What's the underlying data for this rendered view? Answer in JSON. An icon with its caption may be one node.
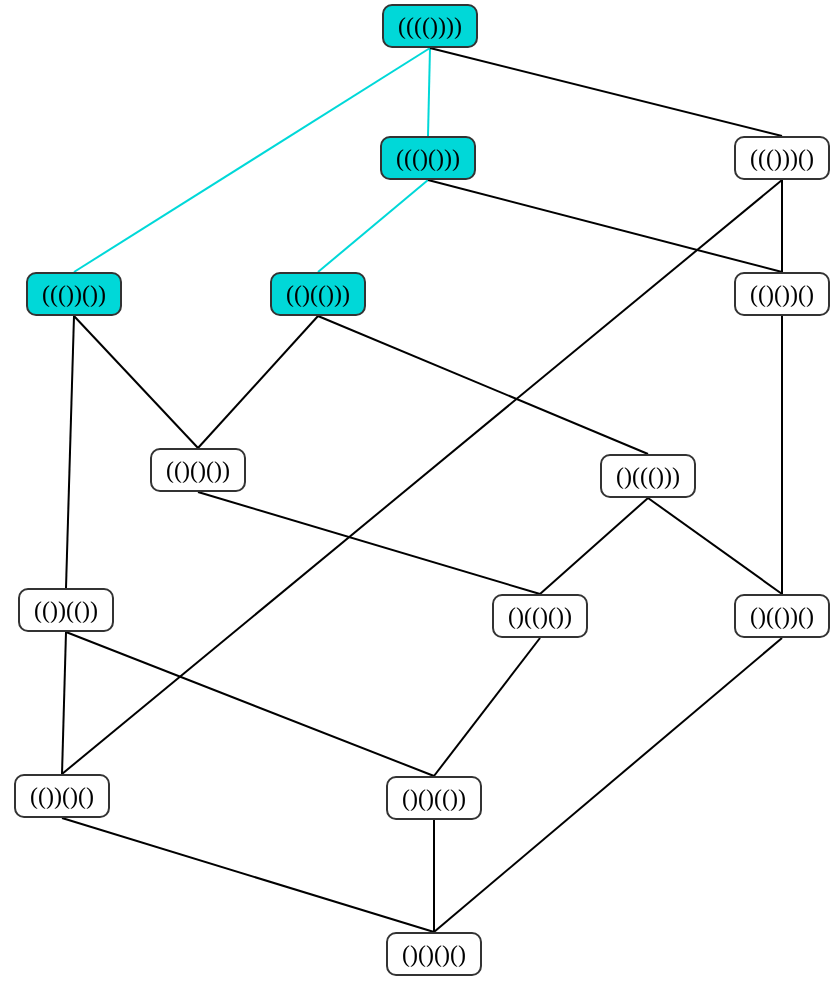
{
  "diagram": {
    "nodes": [
      {
        "text": [
          "(((())))"
        ]
      },
      {
        "text": [
          "((()()))"
        ]
      },
      {
        "text": [
          "((()))()"
        ]
      },
      {
        "text": [
          "((())())"
        ]
      },
      {
        "text": [
          "(()(()))"
        ]
      },
      {
        "text": [
          "(()())()"
        ]
      },
      {
        "text": [
          "(()()())"
        ]
      },
      {
        "text": [
          "()((()))"
        ]
      },
      {
        "text": [
          "(())(())"
        ]
      },
      {
        "text": [
          "()(()())"
        ]
      },
      {
        "text": [
          "()(())()"
        ]
      },
      {
        "text": [
          "(())()()"
        ]
      },
      {
        "text": [
          "()()(())"
        ]
      },
      {
        "text": [
          "()()()()"
        ]
      }
    ],
    "edges": [
      {
        "from": 0,
        "to": 1,
        "arrow": "none",
        "color": "#00d8d8"
      },
      {
        "from": 0,
        "to": 3,
        "arrow": "none",
        "color": "#00d8d8"
      },
      {
        "from": 0,
        "to": 2,
        "arrow": "none"
      },
      {
        "from": 1,
        "to": 4,
        "arrow": "none",
        "color": "#00d8d8"
      },
      {
        "from": 1,
        "to": 5,
        "arrow": "none"
      },
      {
        "from": 2,
        "to": 5,
        "arrow": "none"
      },
      {
        "from": 2,
        "to": 11,
        "arrow": "none"
      },
      {
        "from": 3,
        "to": 8,
        "arrow": "none"
      },
      {
        "from": 3,
        "to": 6,
        "arrow": "none"
      },
      {
        "from": 4,
        "to": 6,
        "arrow": "none"
      },
      {
        "from": 4,
        "to": 7,
        "arrow": "none"
      },
      {
        "from": 5,
        "to": 10,
        "arrow": "none"
      },
      {
        "from": 6,
        "to": 9,
        "arrow": "none"
      },
      {
        "from": 7,
        "to": 9,
        "arrow": "none"
      },
      {
        "from": 7,
        "to": 10,
        "arrow": "none"
      },
      {
        "from": 8,
        "to": 11,
        "arrow": "none"
      },
      {
        "from": 8,
        "to": 12,
        "arrow": "none"
      },
      {
        "from": 9,
        "to": 12,
        "arrow": "none"
      },
      {
        "from": 10,
        "to": 13,
        "arrow": "none"
      },
      {
        "from": 11,
        "to": 13,
        "arrow": "none"
      },
      {
        "from": 12,
        "to": 13,
        "arrow": "none"
      }
    ]
  }
}
